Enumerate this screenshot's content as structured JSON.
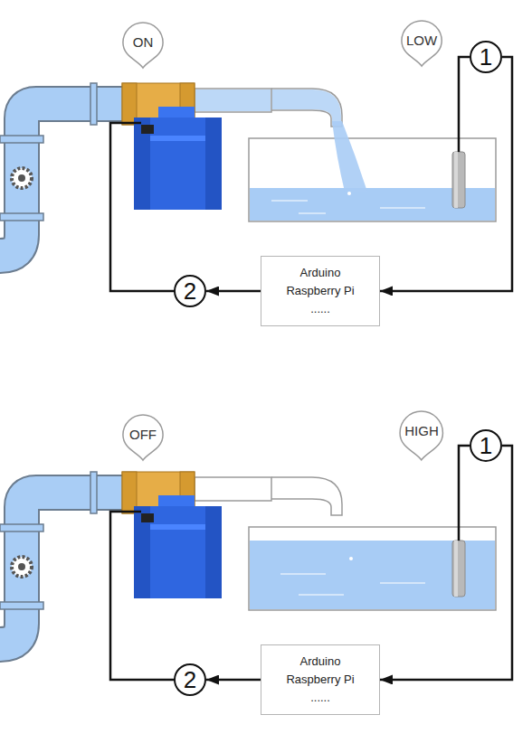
{
  "diagram": {
    "nodes": [
      {
        "text": [
          "ON"
        ]
      },
      {
        "text": [
          "LOW"
        ]
      },
      {
        "text": [
          "1"
        ]
      },
      {
        "text": [
          "Arduino Raspberry Pi ......"
        ]
      },
      {
        "text": [
          "2"
        ]
      },
      {
        "text": [
          "OFF"
        ]
      },
      {
        "text": [
          "HIGH"
        ]
      },
      {
        "text": [
          "1"
        ]
      },
      {
        "text": [
          "Arduino Raspberry Pi ......"
        ]
      },
      {
        "text": [
          "2"
        ]
      }
    ],
    "edges": [
      {
        "from": 2,
        "to": 3,
        "arrow": "to"
      },
      {
        "from": 3,
        "to": 4,
        "arrow": "to"
      },
      {
        "from": 7,
        "to": 8,
        "arrow": "to"
      },
      {
        "from": 8,
        "to": 9,
        "arrow": "to"
      }
    ]
  }
}
